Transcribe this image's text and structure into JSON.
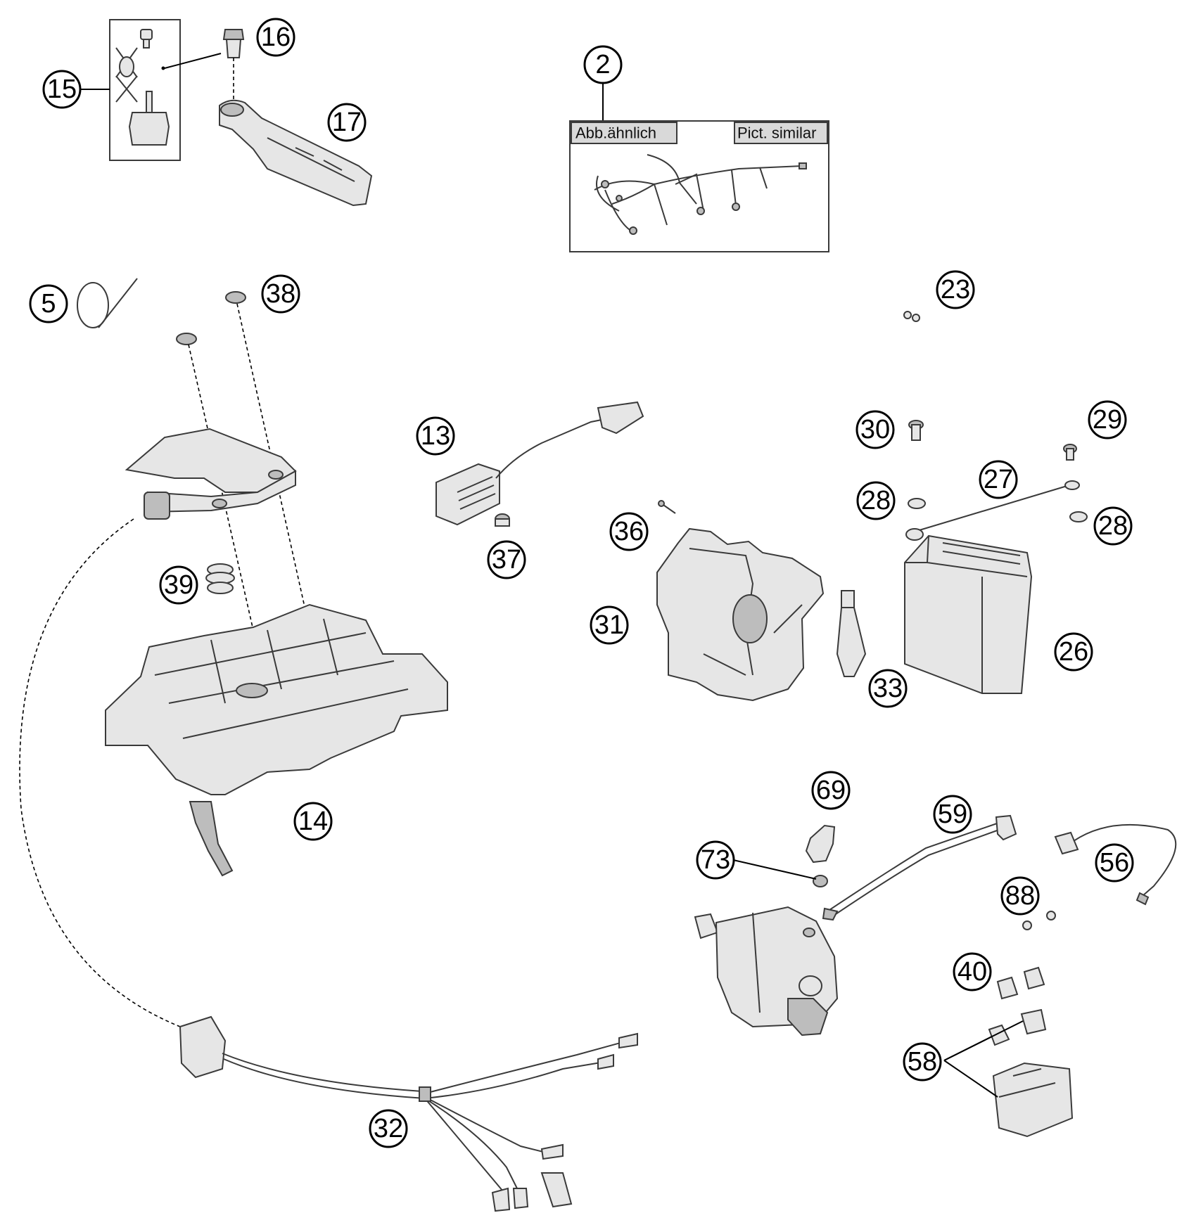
{
  "callouts": [
    {
      "id": "15",
      "label": "15"
    },
    {
      "id": "16",
      "label": "16"
    },
    {
      "id": "17",
      "label": "17"
    },
    {
      "id": "2",
      "label": "2"
    },
    {
      "id": "5",
      "label": "5"
    },
    {
      "id": "38",
      "label": "38"
    },
    {
      "id": "23",
      "label": "23"
    },
    {
      "id": "13",
      "label": "13"
    },
    {
      "id": "30",
      "label": "30"
    },
    {
      "id": "29",
      "label": "29"
    },
    {
      "id": "27",
      "label": "27"
    },
    {
      "id": "28a",
      "label": "28"
    },
    {
      "id": "28b",
      "label": "28"
    },
    {
      "id": "36",
      "label": "36"
    },
    {
      "id": "37",
      "label": "37"
    },
    {
      "id": "39",
      "label": "39"
    },
    {
      "id": "31",
      "label": "31"
    },
    {
      "id": "26",
      "label": "26"
    },
    {
      "id": "33",
      "label": "33"
    },
    {
      "id": "14",
      "label": "14"
    },
    {
      "id": "69",
      "label": "69"
    },
    {
      "id": "59",
      "label": "59"
    },
    {
      "id": "73",
      "label": "73"
    },
    {
      "id": "56",
      "label": "56"
    },
    {
      "id": "88",
      "label": "88"
    },
    {
      "id": "40",
      "label": "40"
    },
    {
      "id": "58",
      "label": "58"
    },
    {
      "id": "32",
      "label": "32"
    }
  ],
  "harness_box": {
    "label_left": "Abb.ähnlich",
    "label_right": "Pict. similar"
  }
}
